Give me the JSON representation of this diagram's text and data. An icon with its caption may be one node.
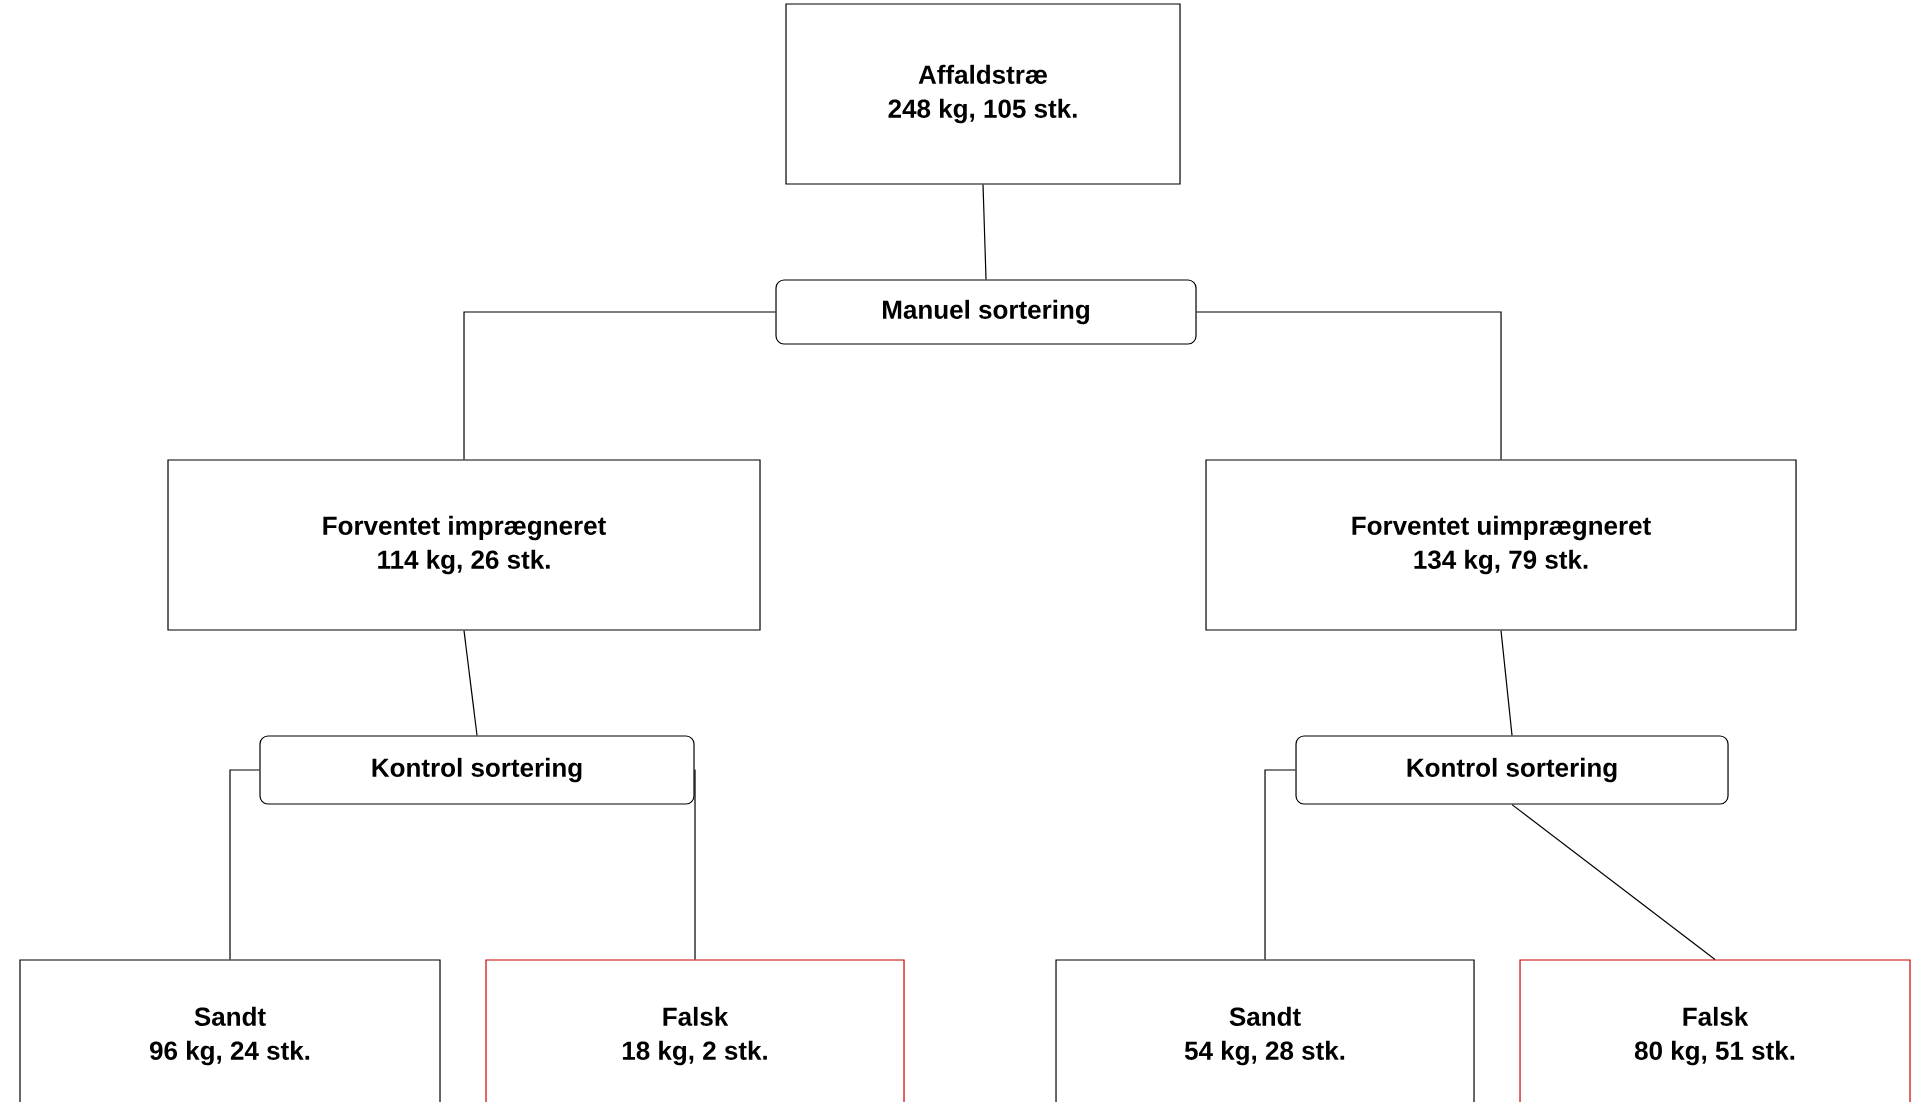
{
  "diagram": {
    "nodes": [
      {
        "text": [
          "Affaldstræ",
          "248 kg, 105 stk."
        ]
      },
      {
        "text": [
          "Manuel sortering"
        ]
      },
      {
        "text": [
          "Forventet imprægneret",
          "114 kg, 26 stk."
        ]
      },
      {
        "text": [
          "Forventet uimprægneret",
          "134 kg, 79 stk."
        ]
      },
      {
        "text": [
          "Kontrol sortering"
        ]
      },
      {
        "text": [
          "Kontrol sortering"
        ]
      },
      {
        "text": [
          "Sandt",
          "96 kg, 24 stk."
        ]
      },
      {
        "text": [
          "Falsk",
          "18 kg, 2 stk."
        ]
      },
      {
        "text": [
          "Sandt",
          "54 kg, 28 stk."
        ]
      },
      {
        "text": [
          "Falsk",
          "80 kg, 51 stk."
        ]
      }
    ],
    "edges": [
      {
        "from": 0,
        "to": 1,
        "arrow": "none"
      },
      {
        "from": 1,
        "to": 2,
        "arrow": "none"
      },
      {
        "from": 1,
        "to": 3,
        "arrow": "none"
      },
      {
        "from": 2,
        "to": 4,
        "arrow": "none"
      },
      {
        "from": 4,
        "to": 6,
        "arrow": "none"
      },
      {
        "from": 4,
        "to": 7,
        "arrow": "none"
      },
      {
        "from": 3,
        "to": 5,
        "arrow": "none"
      },
      {
        "from": 5,
        "to": 8,
        "arrow": "none"
      },
      {
        "from": 5,
        "to": 9,
        "arrow": "none"
      }
    ]
  }
}
